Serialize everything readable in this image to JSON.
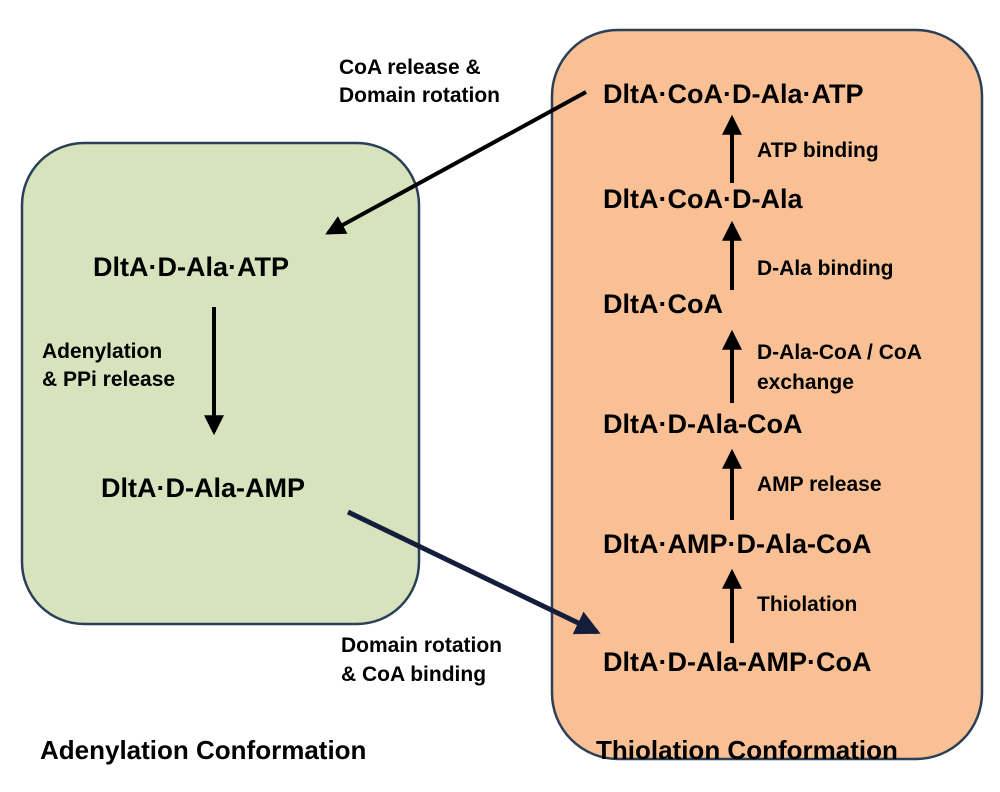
{
  "colors": {
    "adenylation_box": "#d6e3bd",
    "thiolation_box": "#f8c094",
    "box_border": "#2b3f57",
    "arrow_black": "#000000",
    "arrow_navy": "#141d3b"
  },
  "adenylation": {
    "caption": "Adenylation Conformation",
    "state_1": "DltA·D-Ala·ATP",
    "step_label_line1": "Adenylation",
    "step_label_line2": "& PPi release",
    "state_2": "DltA·D-Ala-AMP"
  },
  "thiolation": {
    "caption": "Thiolation Conformation",
    "states": [
      "DltA·CoA·D-Ala·ATP",
      "DltA·CoA·D-Ala",
      "DltA·CoA",
      "DltA·D-Ala-CoA",
      "DltA·AMP·D-Ala-CoA",
      "DltA·D-Ala-AMP·CoA"
    ],
    "step_labels": {
      "atp_binding": "ATP binding",
      "d_ala_binding": "D-Ala binding",
      "exchange_line1": "D-Ala-CoA / CoA",
      "exchange_line2": "exchange",
      "amp_release": "AMP release",
      "thiolation": "Thiolation"
    }
  },
  "transitions": {
    "to_adenylation_line1": "CoA release &",
    "to_adenylation_line2": "Domain rotation",
    "to_thiolation_line1": "Domain rotation",
    "to_thiolation_line2": "& CoA binding"
  }
}
